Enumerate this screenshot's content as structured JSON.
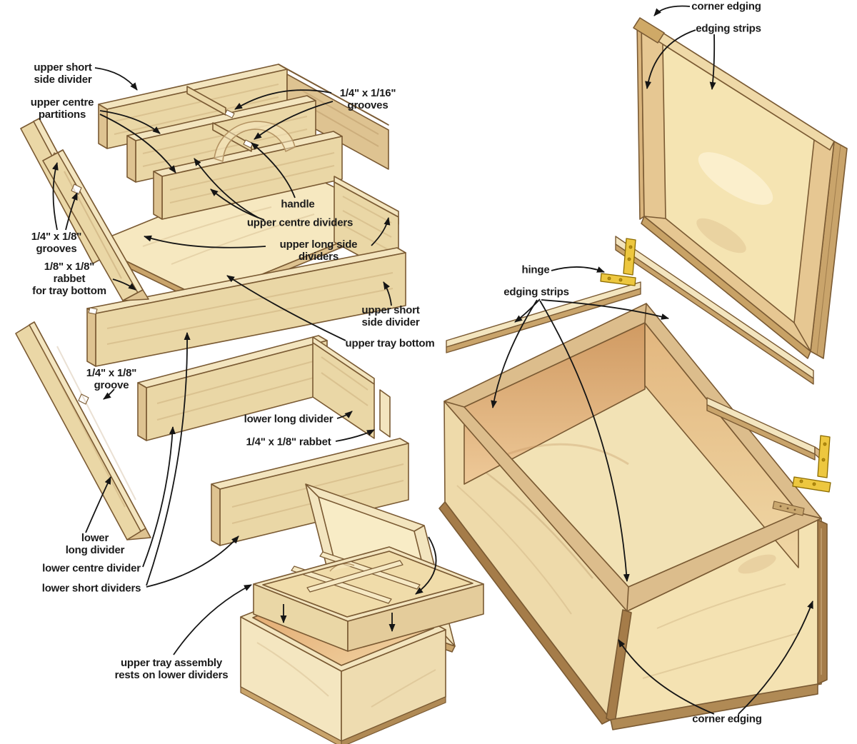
{
  "diagram": {
    "kind": "exploded woodworking plan — jewelry box with upper tray, lower dividers, hinged lid",
    "labels": [
      {
        "id": "upper-short-side-divider-left",
        "text": "upper short\nside divider"
      },
      {
        "id": "upper-centre-partitions",
        "text": "upper centre\npartitions"
      },
      {
        "id": "grooves-quarter-by-sixteenth",
        "text": "1/4\" x 1/16\"\ngrooves"
      },
      {
        "id": "handle",
        "text": "handle"
      },
      {
        "id": "upper-centre-dividers",
        "text": "upper centre dividers"
      },
      {
        "id": "upper-long-side-dividers",
        "text": "upper long side\ndividers"
      },
      {
        "id": "grooves-quarter-by-eighth",
        "text": "1/4\" x 1/8\"\ngrooves"
      },
      {
        "id": "rabbet-for-tray-bottom",
        "text": "1/8\" x 1/8\"\nrabbet\nfor tray bottom"
      },
      {
        "id": "upper-short-side-divider-right",
        "text": "upper short\nside divider"
      },
      {
        "id": "upper-tray-bottom",
        "text": "upper tray bottom"
      },
      {
        "id": "groove-quarter-by-eighth",
        "text": "1/4\" x 1/8\"\ngroove"
      },
      {
        "id": "lower-long-divider-right",
        "text": "lower long divider"
      },
      {
        "id": "rabbet-quarter-by-eighth",
        "text": "1/4\" x 1/8\" rabbet"
      },
      {
        "id": "lower-long-divider-left",
        "text": "lower\nlong divider"
      },
      {
        "id": "lower-centre-divider",
        "text": "lower centre divider"
      },
      {
        "id": "lower-short-dividers",
        "text": "lower short dividers"
      },
      {
        "id": "upper-tray-assembly-note",
        "text": "upper tray assembly\nrests on lower dividers"
      },
      {
        "id": "corner-edging-top",
        "text": "corner edging"
      },
      {
        "id": "edging-strips-top",
        "text": "edging strips"
      },
      {
        "id": "hinge",
        "text": "hinge"
      },
      {
        "id": "edging-strips-middle",
        "text": "edging strips"
      },
      {
        "id": "corner-edging-bottom",
        "text": "corner edging"
      }
    ],
    "components": [
      "upper tray frame",
      "upper centre dividers",
      "upper centre partitions",
      "handle",
      "upper tray bottom",
      "upper long side dividers",
      "upper short side dividers",
      "lower long dividers",
      "lower centre divider",
      "lower short dividers",
      "box lid",
      "edging strips",
      "corner edging",
      "brass hinges",
      "assembled jewelry box"
    ],
    "colors": {
      "outline": "#7a5a33",
      "wood_top": "#f3e5bf",
      "wood_face": "#ead7a6",
      "wood_shade": "#dec391",
      "wood_panel": "#f6e8c0",
      "wood_tan": "#c9a46b",
      "edging_dark": "#a57c49",
      "interior_warm": "#dfa96f",
      "interior_floor": "#f2e2b5",
      "brass": "#edc73f",
      "brass_dark": "#8a6a00",
      "arrow": "#151515",
      "background": "#ffffff"
    }
  }
}
